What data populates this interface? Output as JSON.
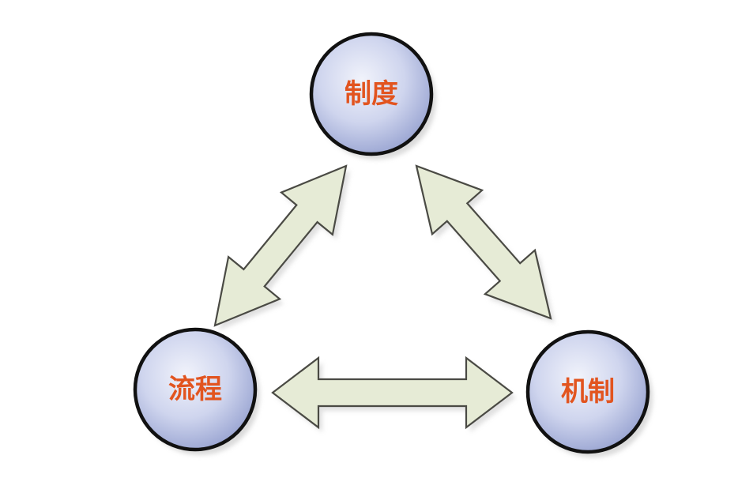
{
  "diagram": {
    "nodes": {
      "top": {
        "label": "制度"
      },
      "left": {
        "label": "流程"
      },
      "right": {
        "label": "机制"
      }
    },
    "arrows": [
      {
        "from": "top",
        "to": "left",
        "direction": "bidirectional"
      },
      {
        "from": "top",
        "to": "right",
        "direction": "bidirectional"
      },
      {
        "from": "left",
        "to": "right",
        "direction": "bidirectional"
      }
    ],
    "colors": {
      "label": "#e2541f",
      "circle_fill_center": "#eef0fa",
      "circle_fill_edge": "#a9b3d8",
      "circle_stroke": "#111111",
      "arrow_fill": "#e6ebd6",
      "arrow_stroke": "#4a4a44"
    }
  }
}
